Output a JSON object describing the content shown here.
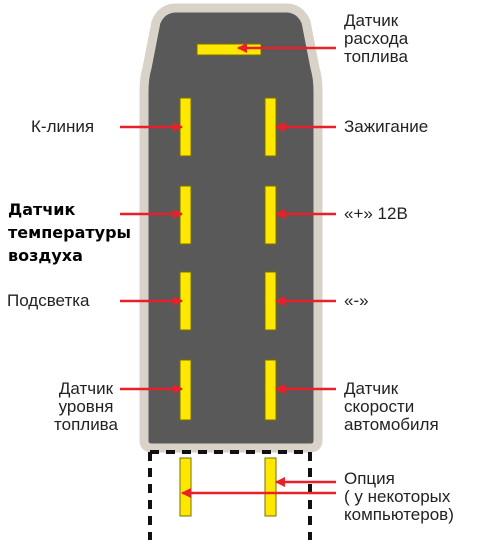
{
  "colors": {
    "housing_fill": "#595959",
    "housing_stroke": "#d8d2c8",
    "pin_fill": "#ffe800",
    "pin_stroke": "#7a6f00",
    "arrow": "#e8202a",
    "dashed": "#111111"
  },
  "labels": {
    "fuel_flow": [
      "Датчик",
      "расхода",
      "топлива"
    ],
    "k_line": [
      "К-линия"
    ],
    "ignition": [
      "Зажигание"
    ],
    "air_temp": [
      "Датчик",
      "температуры",
      "воздуха"
    ],
    "plus_12v": [
      "«+» 12В"
    ],
    "backlight": [
      "Подсветка"
    ],
    "minus": [
      "«-»"
    ],
    "fuel_level": [
      "Датчик",
      "уровня",
      "топлива"
    ],
    "speed": [
      "Датчик",
      "скорости",
      "автомобиля"
    ],
    "option": [
      "Опция",
      "( у некоторых",
      "компьютеров)"
    ]
  }
}
